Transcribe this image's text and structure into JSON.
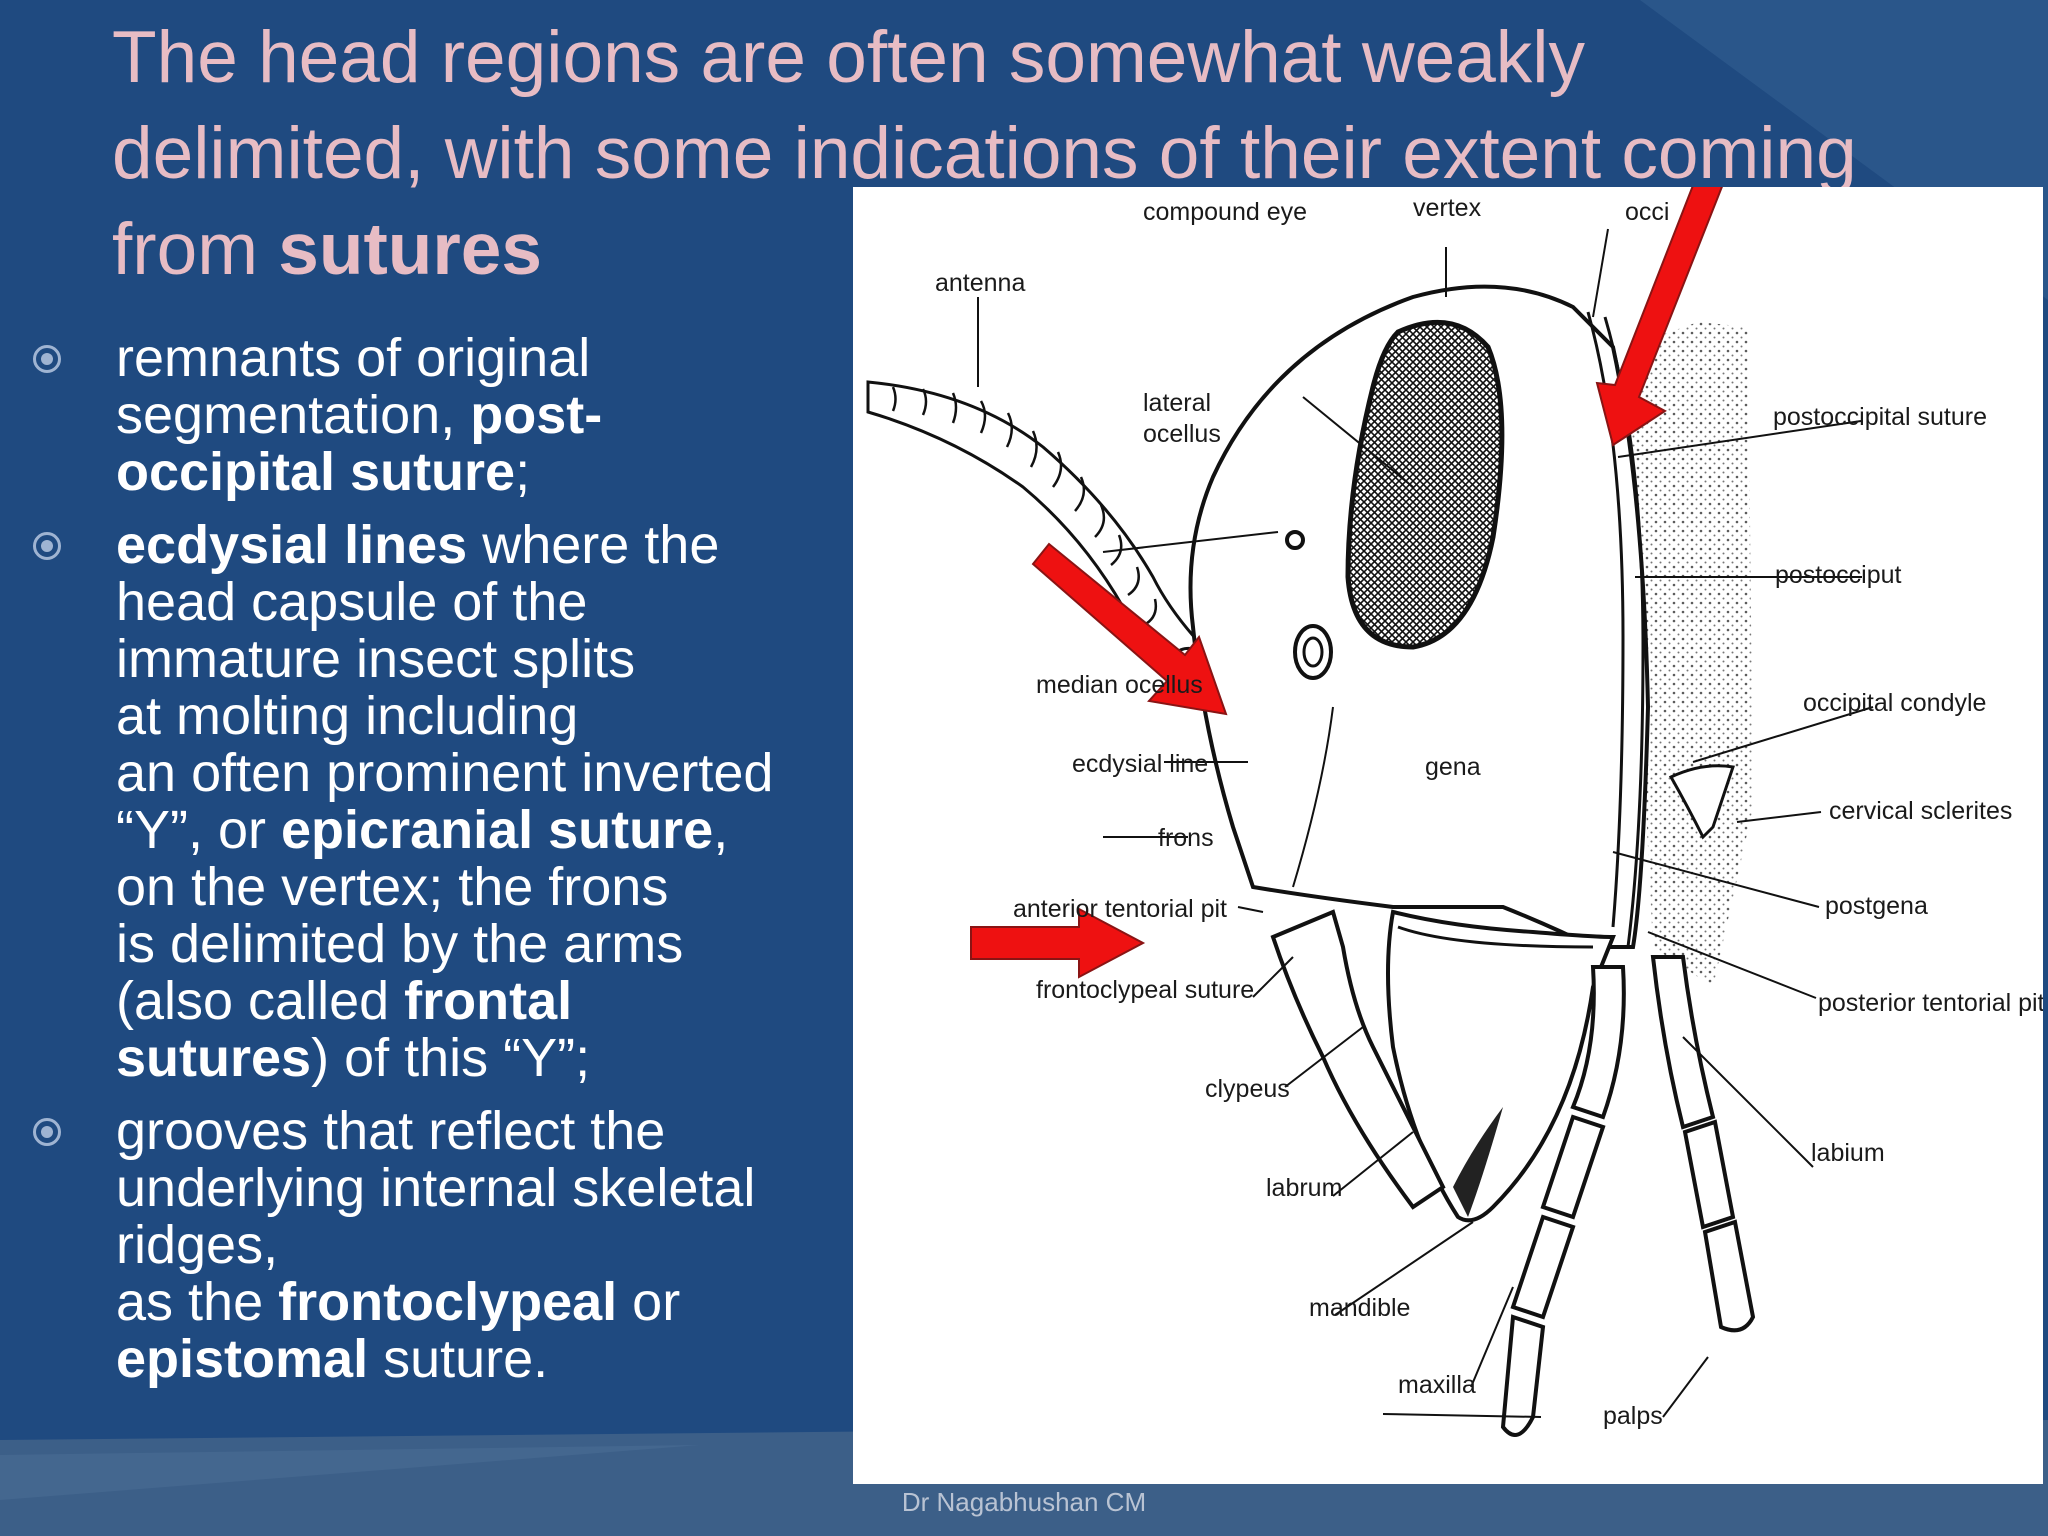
{
  "title": {
    "part1": "The head regions are often somewhat weakly",
    "part2": "delimited, with some indications of their extent coming",
    "part3": "from ",
    "part3_bold": "sutures"
  },
  "bullets": [
    {
      "lines": [
        {
          "t1": "remnants of original"
        },
        {
          "t1": "segmentation, ",
          "b1": "post-"
        },
        {
          "b1": "occipital suture",
          "t2": ";"
        }
      ]
    },
    {
      "lines": [
        {
          "b1": "ecdysial lines",
          "t2": " where the"
        },
        {
          "t1": "head capsule of the"
        },
        {
          "t1": "immature insect splits"
        },
        {
          "t1": "at molting including"
        },
        {
          "t1": "an often prominent inverted"
        },
        {
          "t1": "“Y”, or ",
          "b1": "epicranial suture",
          "t2": ","
        },
        {
          "t1": "on the vertex; the frons"
        },
        {
          "t1": "is delimited by the arms"
        },
        {
          "t1": "(also called ",
          "b1": "frontal"
        },
        {
          "b1": "sutures",
          "t2": ") of this “Y”;"
        }
      ]
    },
    {
      "lines": [
        {
          "t1": "grooves that reflect the"
        },
        {
          "t1": "underlying internal skeletal"
        },
        {
          "t1": "ridges,"
        },
        {
          "t1": "as the ",
          "b1": "frontoclypeal",
          "t2": " or"
        },
        {
          "b1": "epistomal",
          "t2": " suture."
        }
      ]
    }
  ],
  "diagram_labels": {
    "compound_eye": "compound eye",
    "vertex": "vertex",
    "occiput": "occi",
    "antenna": "antenna",
    "lateral": "lateral",
    "ocellus": "ocellus",
    "postoccipital_suture": "postoccipital suture",
    "postocciput": "postocciput",
    "occipital_condyle": "occipital condyle",
    "median_ocellus": "median ocellus",
    "ecdysial_line": "ecdysial line",
    "gena": "gena",
    "cervical_sclerites": "cervical sclerites",
    "frons": "frons",
    "postgena": "postgena",
    "anterior_tentorial_pit": "anterior tentorial pit",
    "frontoclypeal_suture": "frontoclypeal suture",
    "posterior_tentorial_pit": "posterior tentorial pit",
    "clypeus": "clypeus",
    "labium": "labium",
    "labrum": "labrum",
    "mandible": "mandible",
    "maxilla": "maxilla",
    "palps": "palps"
  },
  "footer": "Dr Nagabhushan CM",
  "colors": {
    "background": "#1f4a80",
    "title": "#e7bcc4",
    "arrow": "#ee1111",
    "text": "#ffffff"
  }
}
